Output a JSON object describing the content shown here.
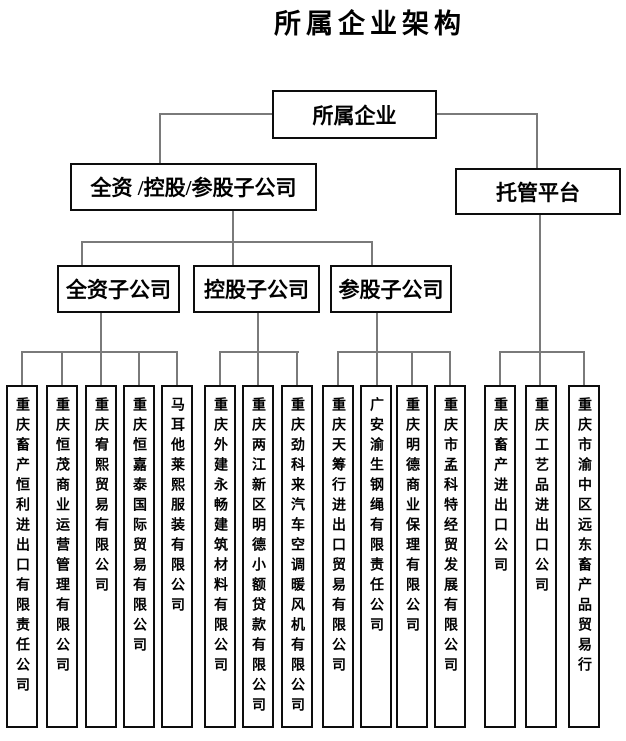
{
  "title": "所属企业架构",
  "root": {
    "label": "所属企业"
  },
  "level2": [
    {
      "label": "全资 /控股/参股子公司"
    },
    {
      "label": "托管平台"
    }
  ],
  "level3": [
    {
      "label": "全资子公司"
    },
    {
      "label": "控股子公司"
    },
    {
      "label": "参股子公司"
    }
  ],
  "companies": {
    "wholly": [
      "重庆畜产恒利进出口有限责任公司",
      "重庆恒茂商业运营管理有限公司",
      "重庆宥熙贸易有限公司",
      "重庆恒嘉泰国际贸易有限公司",
      "马耳他莱熙服装有限公司"
    ],
    "holding": [
      "重庆外建永畅建筑材料有限公司",
      "重庆两江新区明德小额贷款有限公司",
      "重庆劲科来汽车空调暖风机有限公司"
    ],
    "minority": [
      "重庆天筹行进出口贸易有限公司",
      "广安渝生钢绳有限责任公司",
      "重庆明德商业保理有限公司",
      "重庆市孟科特经贸发展有限公司"
    ],
    "managed": [
      "重庆畜产进出口公司",
      "重庆工艺品进出口公司",
      "重庆市渝中区远东畜产品贸易行"
    ]
  },
  "colors": {
    "connector": "#7a7a7a",
    "border": "#0d0d0d"
  }
}
